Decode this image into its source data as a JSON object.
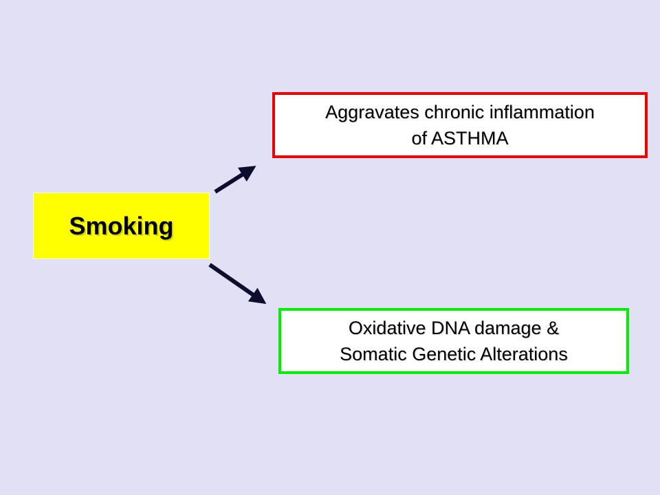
{
  "diagram": {
    "source": {
      "label": "Smoking",
      "fill_color": "#ffff00"
    },
    "targets": [
      {
        "lines": [
          "Aggravates chronic inflammation",
          "of ASTHMA"
        ],
        "border_color": "#ee0000"
      },
      {
        "lines": [
          "Oxidative DNA damage &",
          "Somatic Genetic Alterations"
        ],
        "border_color": "#00ee00"
      }
    ],
    "edges": [
      {
        "from": "source",
        "to": "targets.0"
      },
      {
        "from": "source",
        "to": "targets.1"
      }
    ],
    "arrow_color": "#0d0d2e",
    "background_color": "#e1e0f5"
  }
}
